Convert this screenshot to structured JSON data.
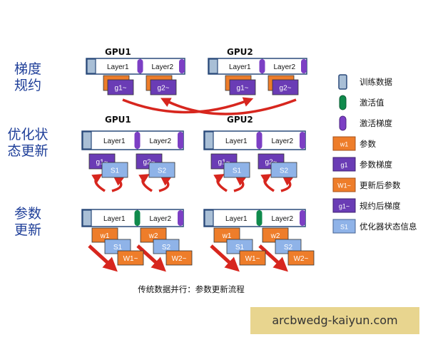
{
  "stages": [
    {
      "label": "梯度\n规约"
    },
    {
      "label": "优化状\n态更新"
    },
    {
      "label": "参数\n更新"
    }
  ],
  "gpu_labels": [
    "GPU1",
    "GPU2"
  ],
  "layer_labels": [
    "Layer1",
    "Layer2"
  ],
  "blocks": {
    "grad": [
      "g1",
      "g2"
    ],
    "reduced_grad": [
      "g1~",
      "g2~"
    ],
    "state": [
      "S1",
      "S2"
    ],
    "param": [
      "w1",
      "w2"
    ],
    "updated_param": [
      "W1~",
      "W2~"
    ]
  },
  "legend": [
    {
      "icon": "data-block-icon",
      "label": "训练数据",
      "color": "#a9bfd6"
    },
    {
      "icon": "activation-icon",
      "label": "激活值",
      "color": "#0f8a4c"
    },
    {
      "icon": "activation-grad-icon",
      "label": "激活梯度",
      "color": "#7c3fc4"
    },
    {
      "icon": "param-block-icon",
      "sample": "w1",
      "label": "参数",
      "color": "#ee7d2a"
    },
    {
      "icon": "param-grad-block-icon",
      "sample": "g1",
      "label": "参数梯度",
      "color": "#6a3cb5"
    },
    {
      "icon": "updated-param-block-icon",
      "sample": "W1~",
      "label": "更新后参数",
      "color": "#ee7d2a"
    },
    {
      "icon": "reduced-grad-block-icon",
      "sample": "g1~",
      "label": "规约后梯度",
      "color": "#6a3cb5"
    },
    {
      "icon": "optimizer-state-block-icon",
      "sample": "S1",
      "label": "优化器状态信息",
      "color": "#8fb3e8"
    }
  ],
  "caption": "传统数据并行：参数更新流程",
  "watermark": "arcbwedg-kaiyun.com",
  "colors": {
    "layer_fill": "#ffffff",
    "layer_border": "#2a4a7a",
    "data": "#a9bfd6",
    "activation": "#0f8a4c",
    "activation_grad": "#7c3fc4",
    "param": "#ee7d2a",
    "grad": "#6a3cb5",
    "state": "#8fb3e8",
    "arrow": "#d7261e"
  }
}
